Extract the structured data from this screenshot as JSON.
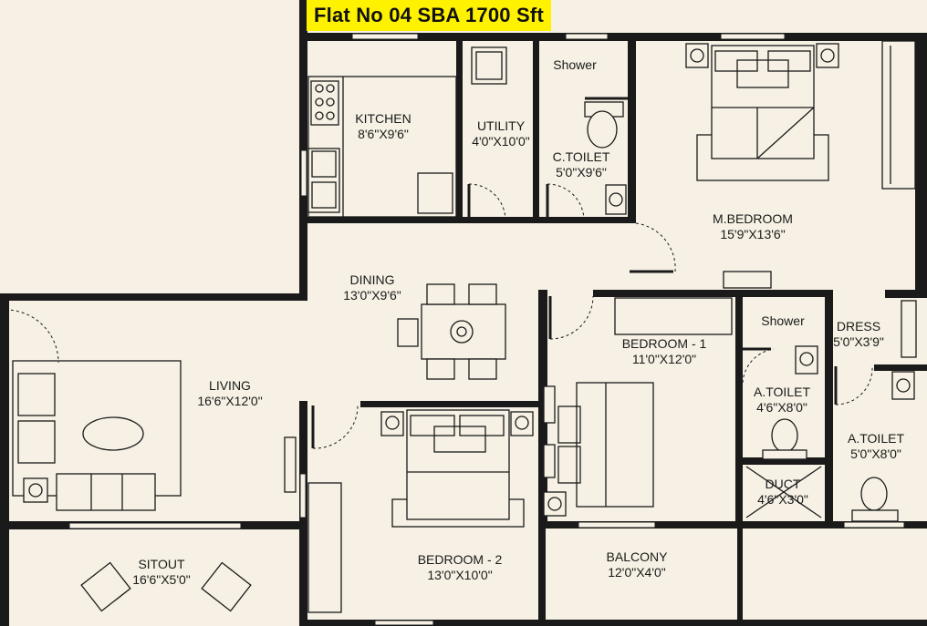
{
  "title": "Flat No 04  SBA 1700 Sft",
  "rooms": {
    "kitchen": {
      "name": "KITCHEN",
      "size": "8'6\"X9'6\""
    },
    "utility": {
      "name": "UTILITY",
      "size": "4'0\"X10'0\""
    },
    "shower_1": {
      "name": "Shower"
    },
    "c_toilet": {
      "name": "C.TOILET",
      "size": "5'0\"X9'6\""
    },
    "m_bedroom": {
      "name": "M.BEDROOM",
      "size": "15'9\"X13'6\""
    },
    "dining": {
      "name": "DINING",
      "size": "13'0\"X9'6\""
    },
    "living": {
      "name": "LIVING",
      "size": "16'6\"X12'0\""
    },
    "bedroom_1": {
      "name": "BEDROOM - 1",
      "size": "11'0\"X12'0\""
    },
    "shower_2": {
      "name": "Shower"
    },
    "dress": {
      "name": "DRESS",
      "size": "5'0\"X3'9\""
    },
    "a_toilet_1": {
      "name": "A.TOILET",
      "size": "4'6\"X8'0\""
    },
    "a_toilet_2": {
      "name": "A.TOILET",
      "size": "5'0\"X8'0\""
    },
    "duct": {
      "name": "DUCT",
      "size": "4'6\"X3'0\""
    },
    "bedroom_2": {
      "name": "BEDROOM - 2",
      "size": "13'0\"X10'0\""
    },
    "sitout": {
      "name": "SITOUT",
      "size": "16'6\"X5'0\""
    },
    "balcony": {
      "name": "BALCONY",
      "size": "12'0\"X4'0\""
    }
  }
}
